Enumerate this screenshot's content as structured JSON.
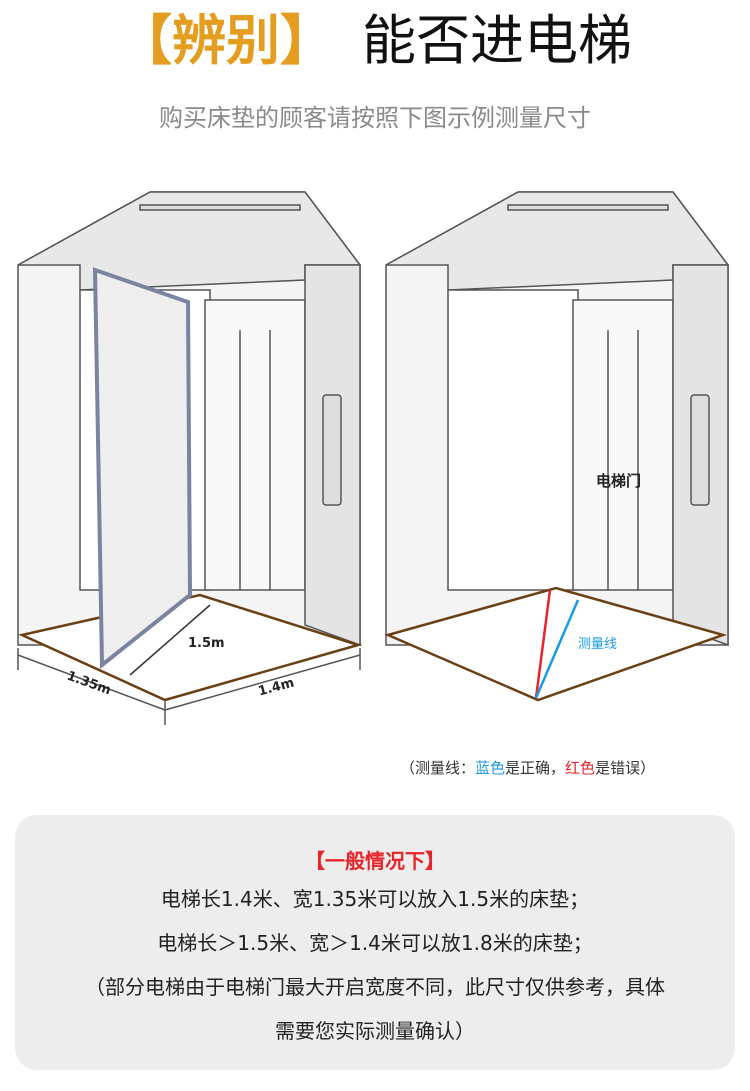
{
  "header": {
    "tag": "【辨别】",
    "title": "能否进电梯",
    "subtitle": "购买床垫的顾客请按照下图示例测量尺寸"
  },
  "left_diagram": {
    "diagonal": "1.5m",
    "width": "1.35m",
    "length": "1.4m"
  },
  "right_diagram": {
    "door_label": "电梯门",
    "line_label": "测量线"
  },
  "legend": {
    "prefix": "（测量线：",
    "blue": "蓝色",
    "mid": "是正确，",
    "red": "红色",
    "suffix": "是错误）"
  },
  "colors": {
    "accent": "#e59d20",
    "blue": "#1a9be6",
    "red": "#e8242b",
    "floor": "#6b3f14"
  },
  "note": {
    "heading": "【一般情况下】",
    "lines": [
      "电梯长1.4米、宽1.35米可以放入1.5米的床垫；",
      "电梯长＞1.5米、宽＞1.4米可以放1.8米的床垫；",
      "（部分电梯由于电梯门最大开启宽度不同，此尺寸仅供参考，具体",
      "需要您实际测量确认）"
    ]
  }
}
